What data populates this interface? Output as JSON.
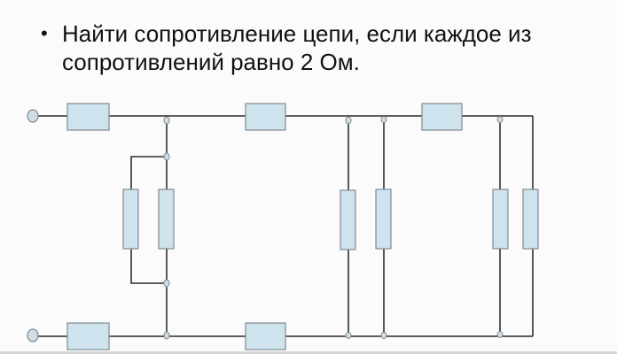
{
  "slide": {
    "bullet": "•",
    "task_text": "Найти сопротивление цепи, если каждое из сопротивлений равно 2 Ом."
  },
  "circuit": {
    "resistance_each_ohm": 2,
    "resistor_count": 11,
    "colors": {
      "resistor_fill": "#cfe3ef",
      "resistor_stroke": "#7f8a90",
      "wire": "#000000",
      "node_fill": "#cfdde6"
    }
  }
}
